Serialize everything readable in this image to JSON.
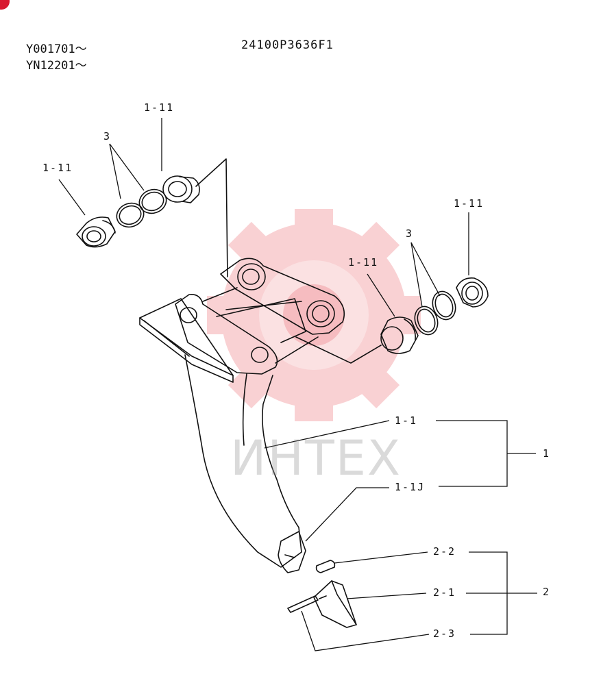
{
  "header": {
    "serial_1": "Y001701～",
    "serial_2": "YN12201～",
    "part_number": "24100P3636F1"
  },
  "callouts": {
    "l1_11_top": "1-11",
    "l1_11_left": "1-11",
    "l3_left": "3",
    "l1_11_right_top": "1-11",
    "l3_right": "3",
    "l1_11_right": "1-11",
    "l1_1": "1-1",
    "l1_1j": "1-1J",
    "l1": "1",
    "l2_2": "2-2",
    "l2_1": "2-1",
    "l2_3": "2-3",
    "l2": "2"
  },
  "watermark": {
    "text": "ИНТЕХ",
    "gear_color": "#e8323c"
  },
  "colors": {
    "line": "#111111",
    "corner_badge": "#d8182e"
  }
}
